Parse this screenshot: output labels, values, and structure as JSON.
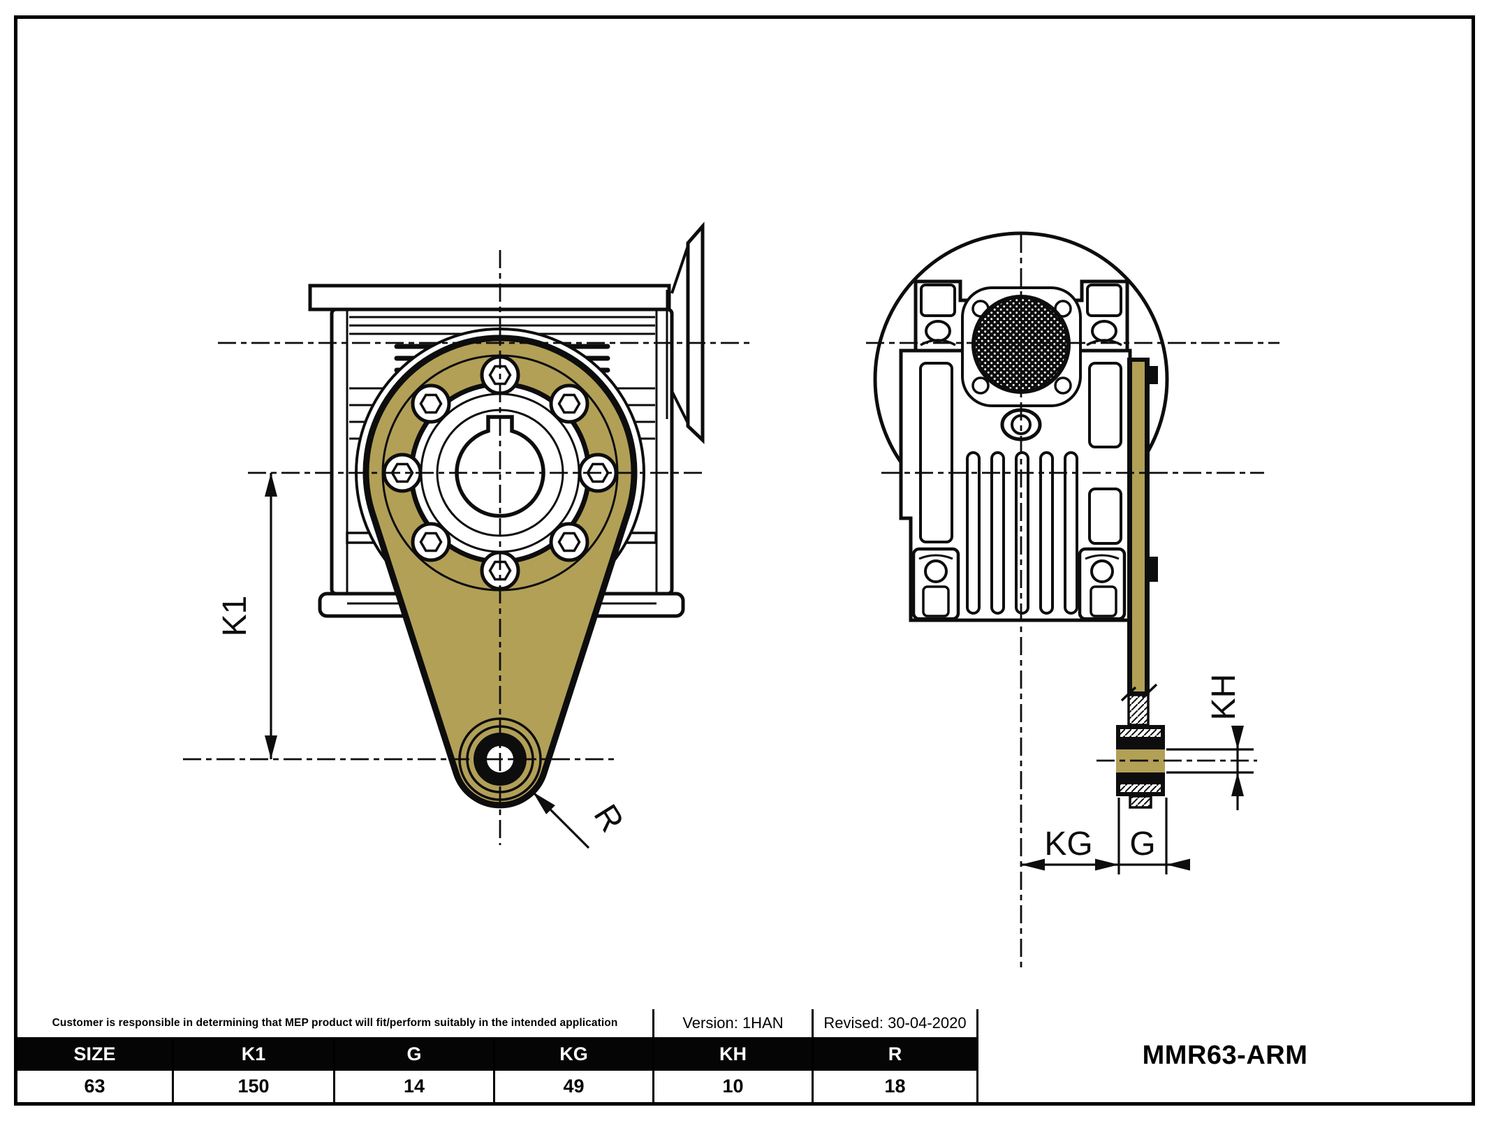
{
  "page": {
    "background": "#ffffff",
    "frame_color": "#000000"
  },
  "drawing": {
    "arm_color": "#b2a057",
    "line_color": "#0d0d0d",
    "labels": {
      "k1": "K1",
      "r": "R",
      "kh": "KH",
      "kg": "KG",
      "g": "G"
    }
  },
  "title_block": {
    "disclaimer": "Customer is responsible in determining that MEP product will fit/perform suitably in the intended application",
    "version": "Version: 1HAN",
    "revised": "Revised: 30-04-2020",
    "part_number": "MMR63-ARM",
    "headers": [
      "SIZE",
      "K1",
      "G",
      "KG",
      "KH",
      "R"
    ],
    "values": [
      "63",
      "150",
      "14",
      "49",
      "10",
      "18"
    ]
  }
}
